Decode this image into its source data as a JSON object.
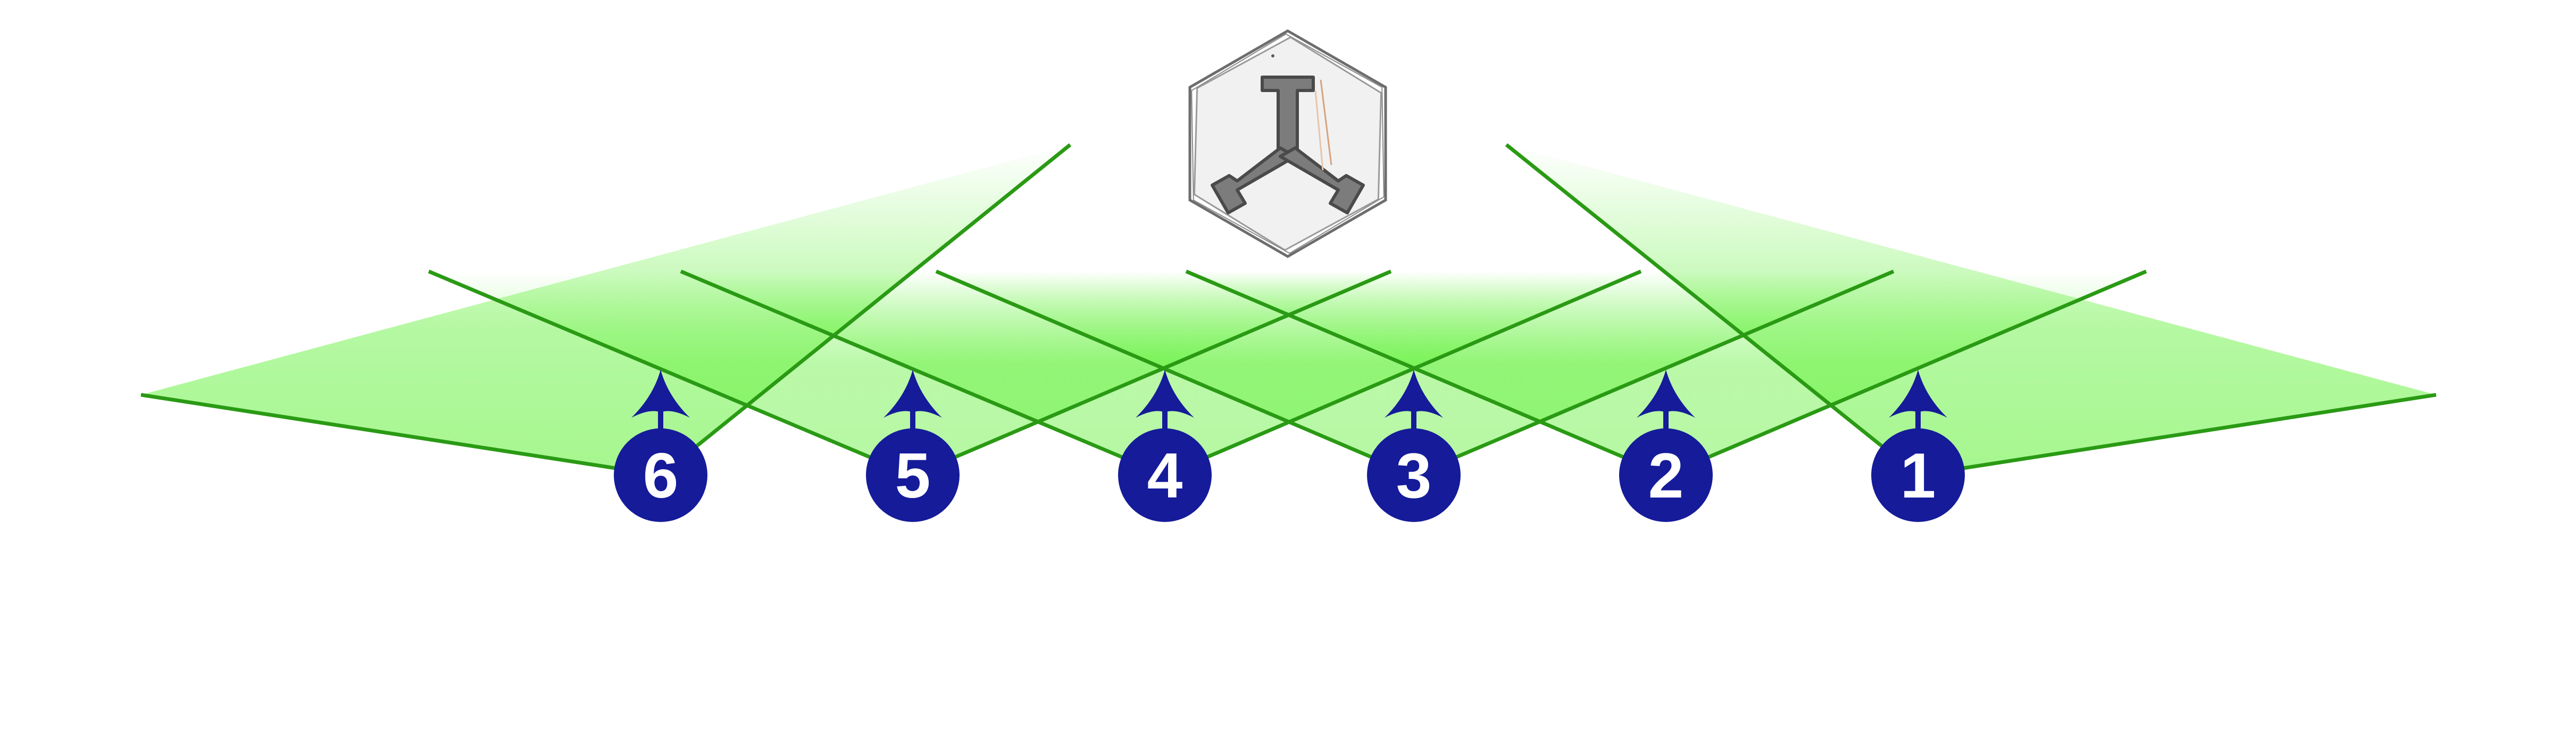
{
  "diagram": {
    "colors": {
      "cone_fill": "#5cf032",
      "cone_edge": "#2a9a14",
      "camera": "#151b99",
      "camera_label": "#ffffff",
      "logo_fill": "#7c7c7c",
      "logo_hex": "#f1f1f1"
    },
    "logo": {
      "icon": "tripod-y-logo-icon"
    },
    "cameras": [
      {
        "label": "6",
        "icon": "camera-up-arrow-icon"
      },
      {
        "label": "5",
        "icon": "camera-up-arrow-icon"
      },
      {
        "label": "4",
        "icon": "camera-up-arrow-icon"
      },
      {
        "label": "3",
        "icon": "camera-up-arrow-icon"
      },
      {
        "label": "2",
        "icon": "camera-up-arrow-icon"
      },
      {
        "label": "1",
        "icon": "camera-up-arrow-icon"
      }
    ]
  }
}
